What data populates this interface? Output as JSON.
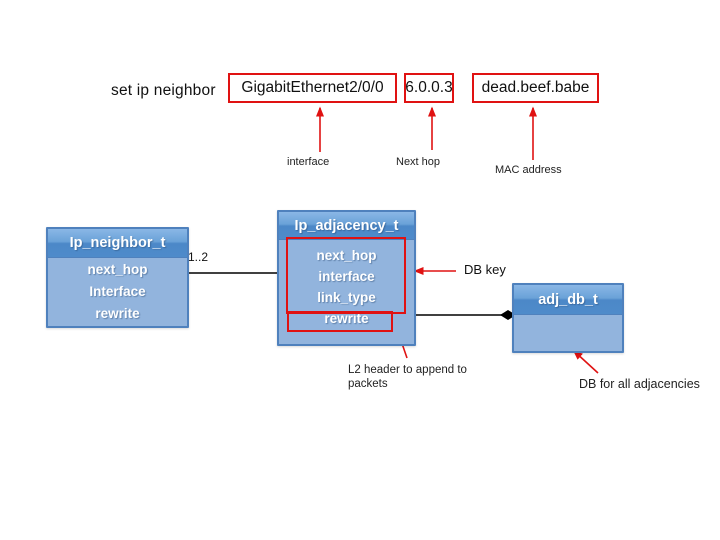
{
  "command": {
    "prefix": "set ip neighbor",
    "arguments": [
      {
        "value": "GigabitEthernet2/0/0",
        "label": "interface"
      },
      {
        "value": "6.0.0.3",
        "label": "Next hop"
      },
      {
        "value": "dead.beef.babe",
        "label": "MAC address"
      }
    ]
  },
  "diagram": {
    "ip_neighbor": {
      "title": "Ip_neighbor_t",
      "fields": [
        "next_hop",
        "Interface",
        "rewrite"
      ]
    },
    "ip_adjacency": {
      "title": "Ip_adjacency_t",
      "fields": [
        "next_hop",
        "interface",
        "link_type",
        "rewrite"
      ]
    },
    "adj_db": {
      "title": "adj_db_t"
    },
    "multiplicity": "1..2",
    "callouts": {
      "db_key": "DB key",
      "l2_header": "L2 header to append to packets",
      "db_all_adjacencies": "DB for all adjacencies"
    }
  },
  "colors": {
    "class_header_blue": "#5b94cf",
    "class_body_blue": "#92b4dd",
    "class_border_blue": "#4f81bd",
    "highlight_red": "#e01212",
    "connector_black": "#000000",
    "background": "#ffffff"
  }
}
